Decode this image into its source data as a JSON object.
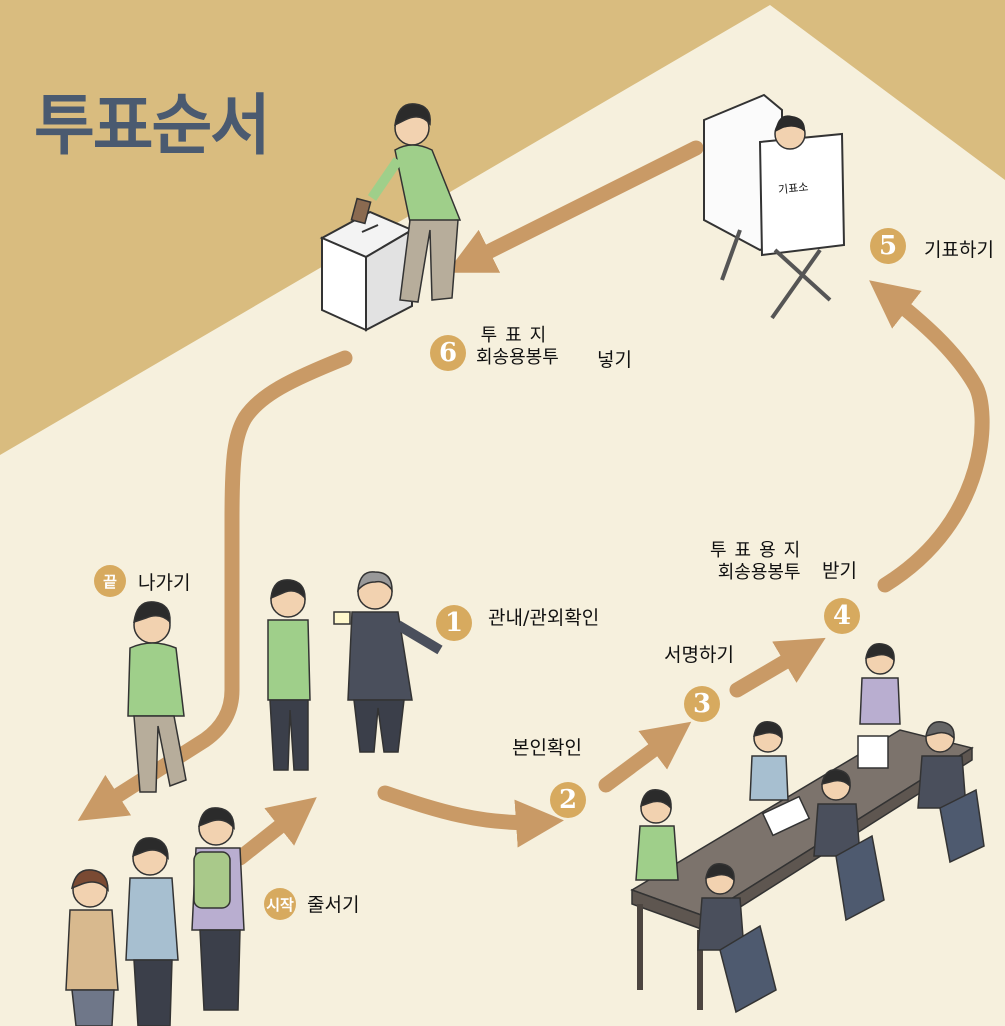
{
  "title": "투표순서",
  "booth_sign": "기표소",
  "steps": [
    {
      "badge": "시작",
      "label": "줄서기"
    },
    {
      "badge": "1",
      "label": "관내/관외확인"
    },
    {
      "badge": "2",
      "label": "본인확인"
    },
    {
      "badge": "3",
      "label": "서명하기"
    },
    {
      "badge": "4",
      "line1": "투표용지",
      "line2": "회송용봉투",
      "suffix": "받기"
    },
    {
      "badge": "5",
      "label": "기표하기"
    },
    {
      "badge": "6",
      "line1": "투표지",
      "line2": "회송용봉투",
      "suffix": "넣기"
    },
    {
      "badge": "끝",
      "label": "나가기"
    }
  ],
  "colors": {
    "background": "#f6f0dd",
    "top_band": "#d9bc7f",
    "arrow": "#c99a66",
    "badge": "#d7aa5f",
    "title": "#4a5a70"
  }
}
